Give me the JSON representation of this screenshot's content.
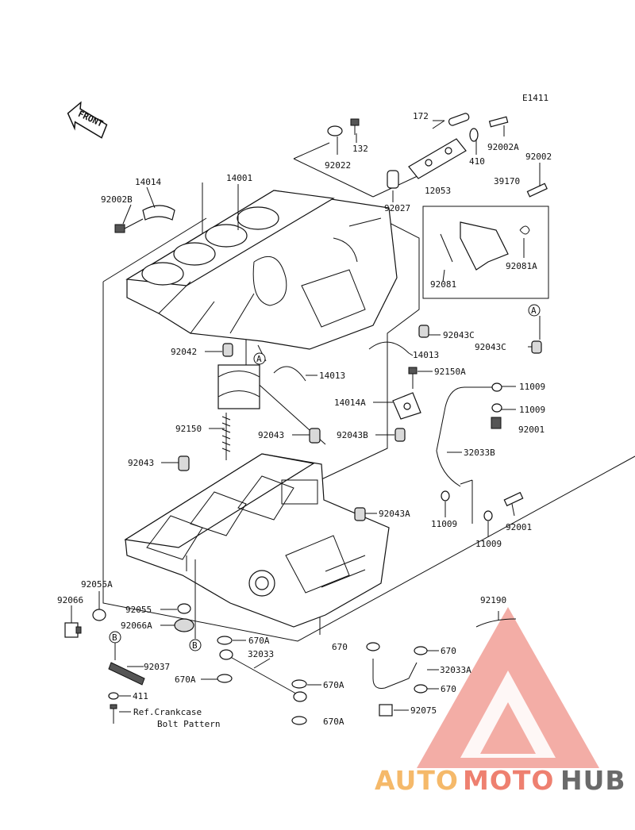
{
  "diagram_code": "E1411",
  "front_label": "FRONT",
  "ref_note": {
    "line1": "Ref.Crankcase",
    "line2": "Bolt Pattern"
  },
  "callouts": {
    "a1": "A",
    "a2": "A",
    "b1": "B",
    "b2": "B"
  },
  "parts": {
    "p172": "172",
    "p132": "132",
    "p92002A": "92002A",
    "p410": "410",
    "p92022": "92022",
    "p92002": "92002",
    "p14014": "14014",
    "p14001": "14001",
    "p92002B": "92002B",
    "p12053": "12053",
    "p39170": "39170",
    "p92027": "92027",
    "p92081": "92081",
    "p92081A": "92081A",
    "p92043C_1": "92043C",
    "p92043C_2": "92043C",
    "p92042": "92042",
    "p14013_1": "14013",
    "p14013_2": "14013",
    "p92150A": "92150A",
    "p11009_1": "11009",
    "p14014A": "14014A",
    "p11009_2": "11009",
    "p92001_1": "92001",
    "p92150": "92150",
    "p92043_1": "92043",
    "p92043B": "92043B",
    "p32033B": "32033B",
    "p92043_2": "92043",
    "p92043A": "92043A",
    "p11009_3": "11009",
    "p92001_2": "92001",
    "p11009_4": "11009",
    "p92055A": "92055A",
    "p92066": "92066",
    "p92190": "92190",
    "p92055": "92055",
    "p92066A": "92066A",
    "p670A_1": "670A",
    "p670_1": "670",
    "p670_2": "670",
    "p32033": "32033",
    "p92037": "92037",
    "p32033A": "32033A",
    "p670A_2": "670A",
    "p670A_3": "670A",
    "p670_3": "670",
    "p411": "411",
    "p92075": "92075",
    "p670A_4": "670A"
  },
  "watermark": {
    "part1": "AUTO",
    "part2": "MOTO",
    "part3": "HUB",
    "color1": "#f5b96a",
    "color2": "#ee8070",
    "color3": "#6a6a6a"
  }
}
